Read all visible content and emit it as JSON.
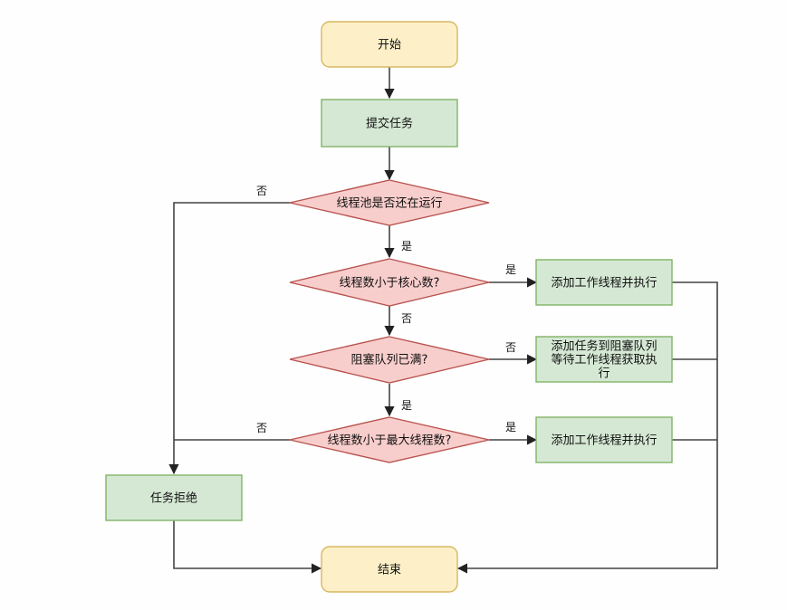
{
  "colors": {
    "terminal_fill": "#fdf0c8",
    "terminal_stroke": "#d8b860",
    "process_fill": "#d5e8d4",
    "process_stroke": "#82b366",
    "decision_fill": "#f8cecc",
    "decision_stroke": "#b85450",
    "edge": "#333333"
  },
  "nodes": {
    "start": "开始",
    "submit": "提交任务",
    "running": "线程池是否还在运行",
    "core": "线程数小于核心数?",
    "queue_full": "阻塞队列已满?",
    "max": "线程数小于最大线程数?",
    "add_worker_1": "添加工作线程并执行",
    "enqueue": [
      "添加任务到阻塞队列",
      "等待工作线程获取执",
      "行"
    ],
    "add_worker_2": "添加工作线程并执行",
    "reject": "任务拒绝",
    "end": "结束"
  },
  "edge_labels": {
    "running_no": "否",
    "running_yes": "是",
    "core_yes": "是",
    "core_no": "否",
    "queue_no": "否",
    "queue_yes": "是",
    "max_no": "否",
    "max_yes": "是"
  }
}
